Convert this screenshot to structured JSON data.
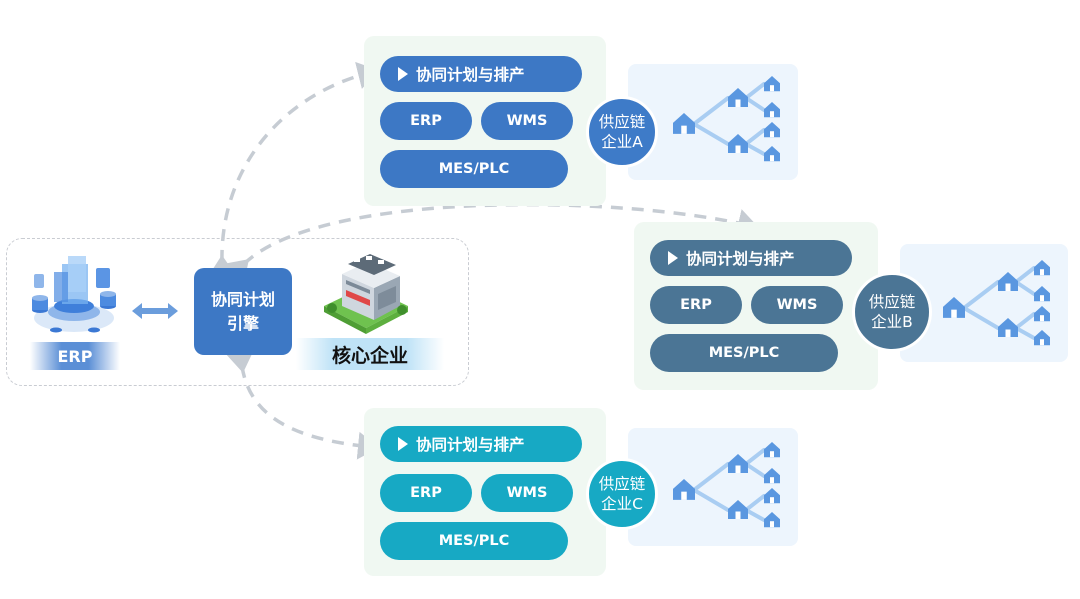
{
  "core": {
    "erp_label": "ERP",
    "engine_line1": "协同计划",
    "engine_line2": "引擎",
    "enterprise_label": "核心企业"
  },
  "suppliers": [
    {
      "plan_label": "协同计划与排产",
      "erp": "ERP",
      "wms": "WMS",
      "mes": "MES/PLC",
      "node_line1": "供应链",
      "node_line2": "企业A",
      "color": "#3d78c5",
      "node_color": "#3e7bc8"
    },
    {
      "plan_label": "协同计划与排产",
      "erp": "ERP",
      "wms": "WMS",
      "mes": "MES/PLC",
      "node_line1": "供应链",
      "node_line2": "企业B",
      "color": "#4b7595",
      "node_color": "#4b7595"
    },
    {
      "plan_label": "协同计划与排产",
      "erp": "ERP",
      "wms": "WMS",
      "mes": "MES/PLC",
      "node_line1": "供应链",
      "node_line2": "企业C",
      "color": "#17a9c4",
      "node_color": "#17a9c4"
    }
  ],
  "colors": {
    "connector": "#c6ccd3",
    "network_icon": "#5a97e0",
    "network_line": "#a9cdf2"
  }
}
